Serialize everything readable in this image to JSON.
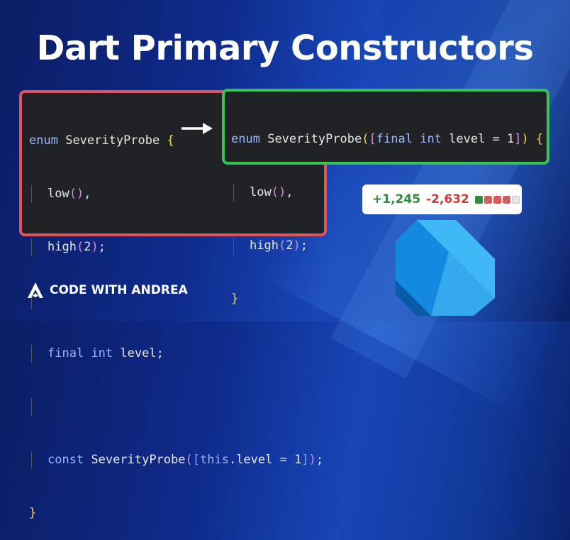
{
  "title": "Dart Primary Constructors",
  "left_code": {
    "line1": {
      "kw": "enum",
      "name": "SeverityProbe",
      "brace": "{"
    },
    "line2": {
      "name": "low",
      "parens": "()",
      "punct": ","
    },
    "line3": {
      "name": "high",
      "open": "(",
      "num": "2",
      "close": ")",
      "punct": ";"
    },
    "line5": {
      "kw1": "final",
      "kw2": "int",
      "field": "level",
      "punct": ";"
    },
    "line7": {
      "kw": "const",
      "name": "SeverityProbe",
      "open": "(",
      "bopen": "[",
      "this_kw": "this",
      "field": ".level = 1",
      "bclose": "]",
      "close": ")",
      "punct": ";"
    },
    "line8": {
      "brace": "}"
    }
  },
  "right_code": {
    "line1": {
      "kw": "enum",
      "name": "SeverityProbe",
      "open": "(",
      "bopen": "[",
      "kw1": "final",
      "kw2": "int",
      "param": "level = 1",
      "bclose": "]",
      "close": ")",
      "brace": "{"
    },
    "line2": {
      "name": "low",
      "parens": "()",
      "punct": ","
    },
    "line3": {
      "name": "high",
      "open": "(",
      "num": "2",
      "close": ")",
      "punct": ";"
    },
    "line4": {
      "brace": "}"
    }
  },
  "diff_stats": {
    "additions": "+1,245",
    "deletions": "-2,632"
  },
  "brand": {
    "name": "CODE WITH ANDREA"
  },
  "icons": {
    "arrow": "arrow-right-icon",
    "logo": "dart-logo",
    "brand_logo": "code-with-andrea-logo"
  },
  "colors": {
    "removed_border": "#e0555a",
    "added_border": "#37c457",
    "background": "#0e2a8a"
  }
}
